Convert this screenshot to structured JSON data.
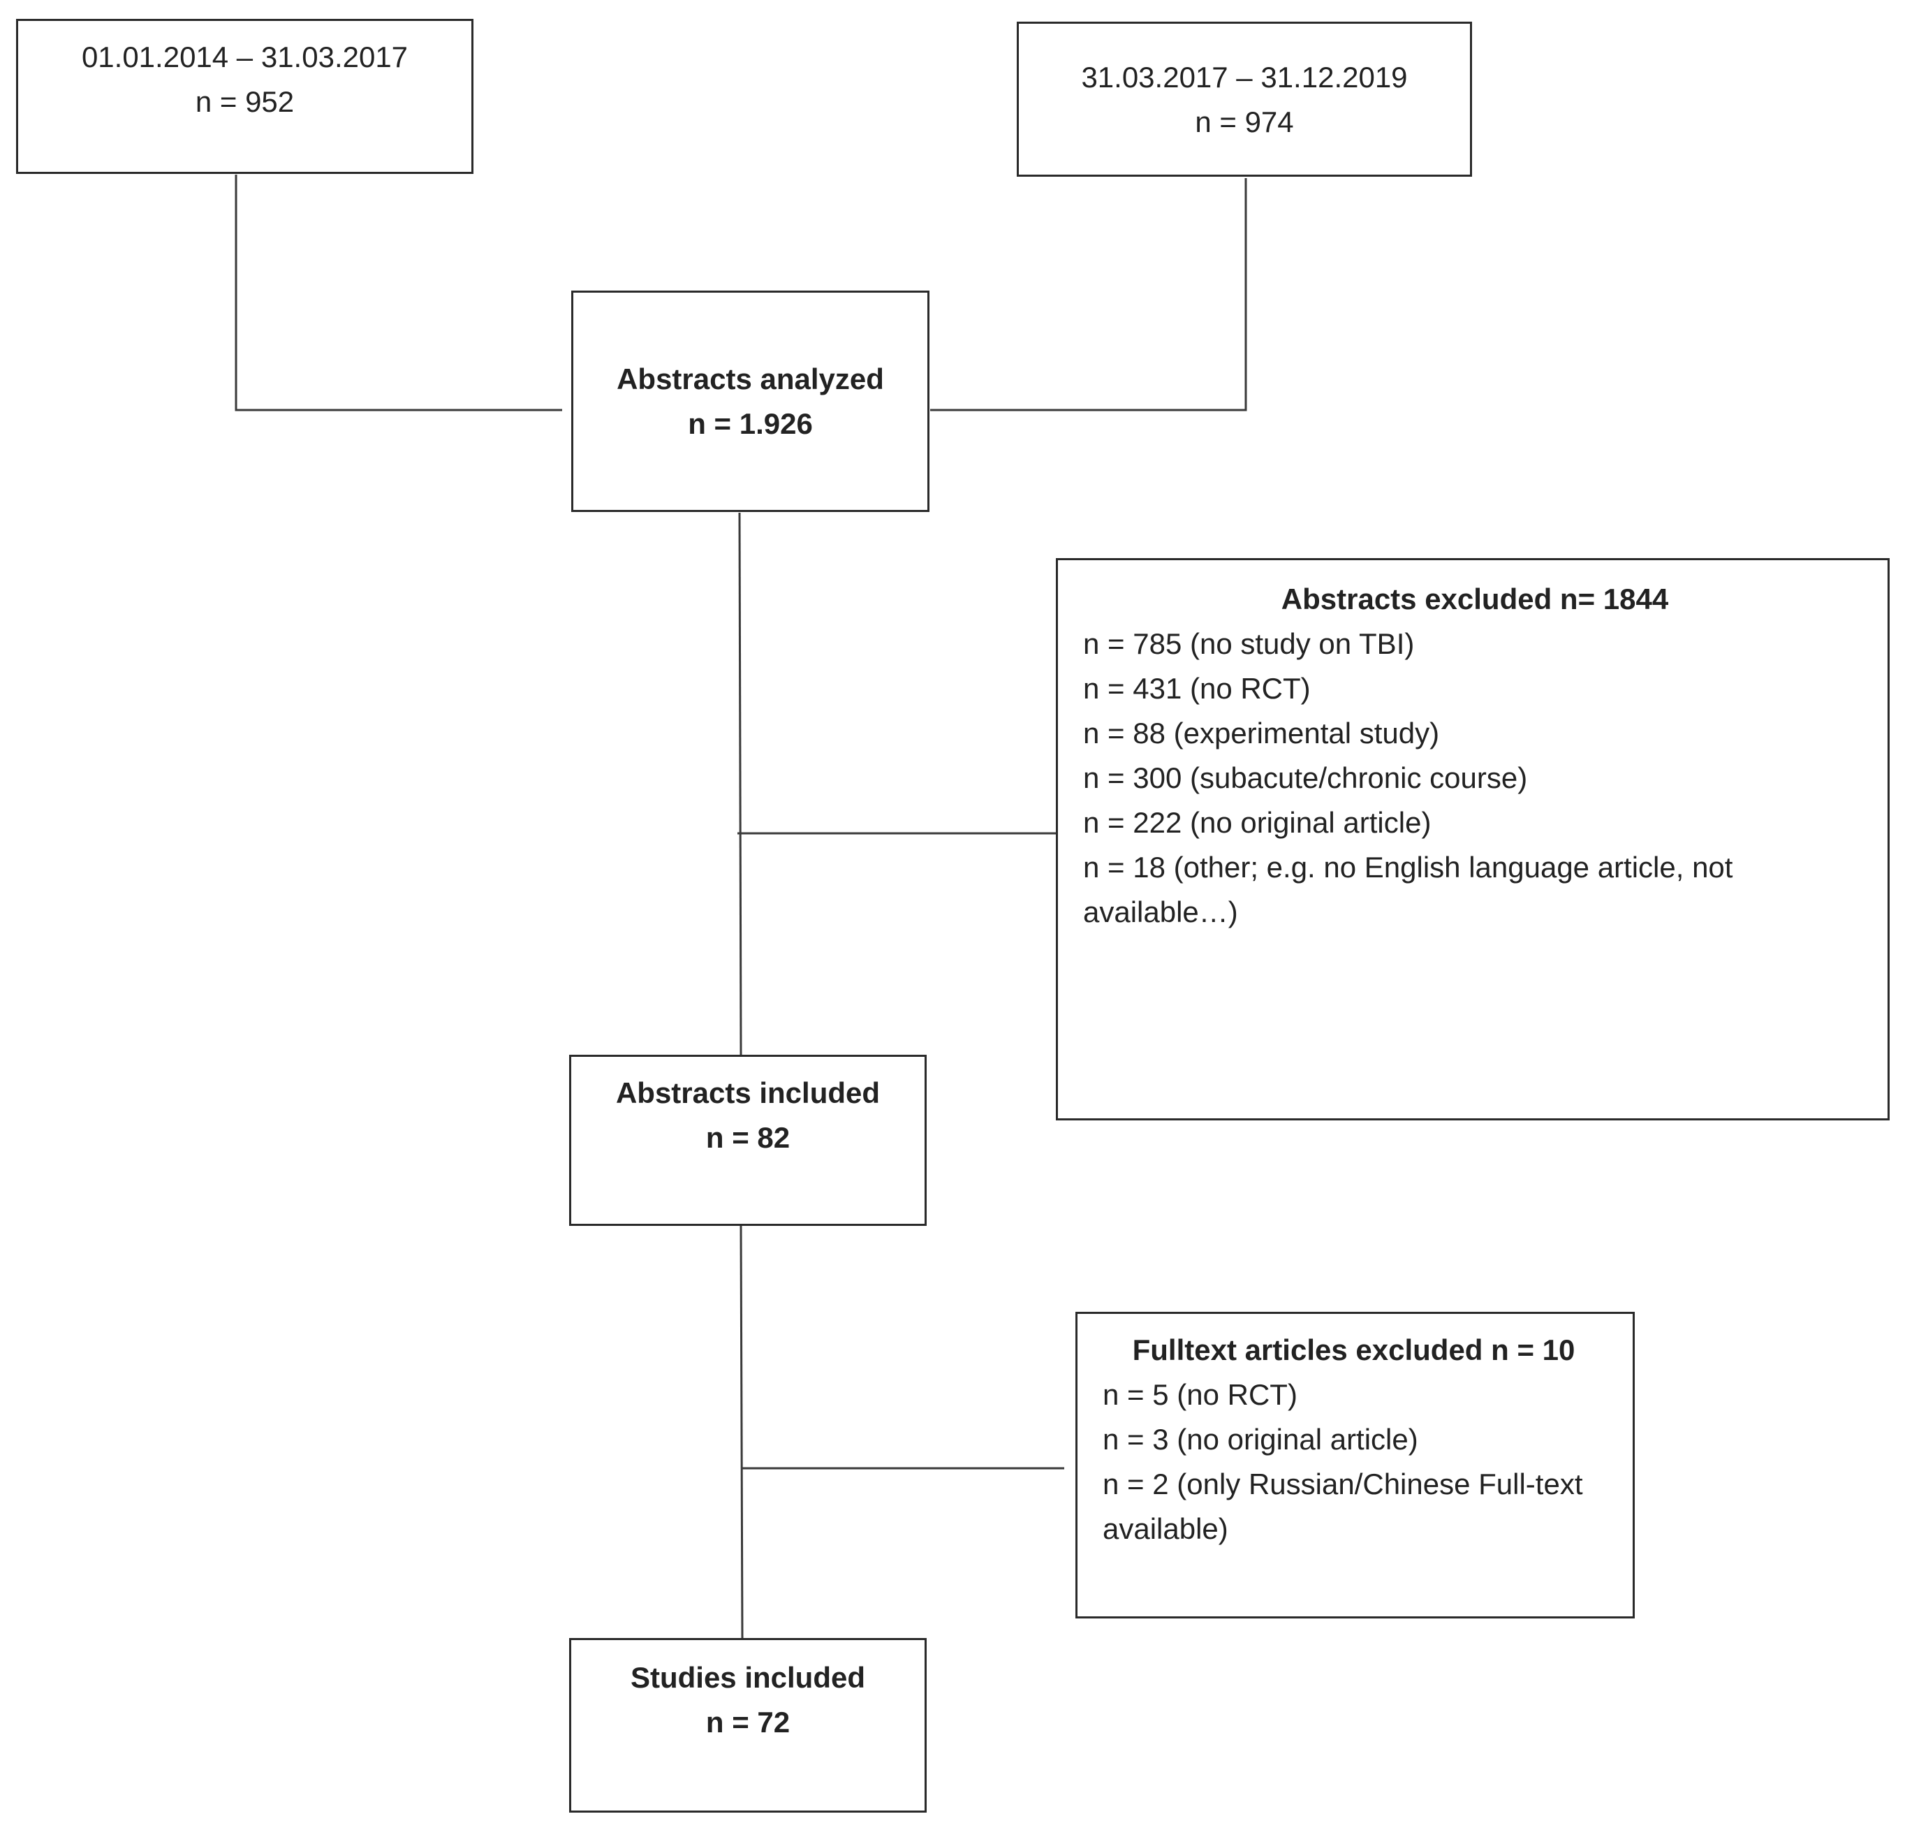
{
  "source_box_1": {
    "date_range": "01.01.2014  – 31.03.2017",
    "count": "n = 952"
  },
  "source_box_2": {
    "date_range": "31.03.2017  – 31.12.2019",
    "count": "n = 974"
  },
  "abstracts_analyzed": {
    "title": "Abstracts analyzed",
    "count": "n = 1.926"
  },
  "abstracts_excluded": {
    "title": "Abstracts excluded n= 1844",
    "items": [
      "n = 785 (no study on TBI)",
      "n = 431 (no RCT)",
      "n = 88 (experimental study)",
      "n = 300 (subacute/chronic course)",
      "n = 222 (no original article)",
      "n = 18 (other; e.g. no English language article, not available…)"
    ]
  },
  "abstracts_included": {
    "title": "Abstracts included",
    "count": "n = 82"
  },
  "fulltext_excluded": {
    "title": "Fulltext articles excluded n = 10",
    "items": [
      "n = 5 (no RCT)",
      "n = 3 (no original article)",
      "n = 2 (only Russian/Chinese Full-text available)"
    ]
  },
  "studies_included": {
    "title": "Studies included",
    "count": "n = 72"
  }
}
